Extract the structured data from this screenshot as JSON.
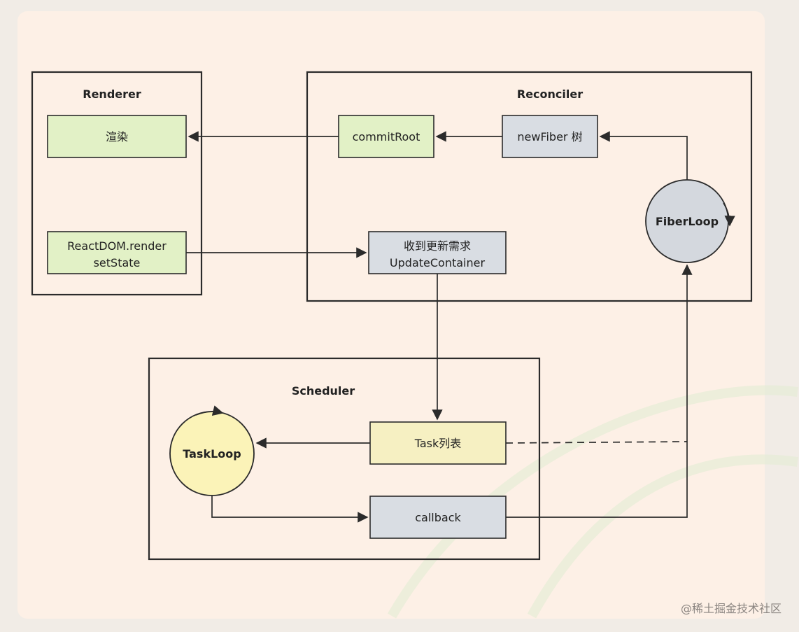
{
  "groups": {
    "renderer": "Renderer",
    "reconciler": "Reconciler",
    "scheduler": "Scheduler"
  },
  "nodes": {
    "render_box": "渲染",
    "react_dom_line1": "ReactDOM.render",
    "react_dom_line2": "setState",
    "commit_root": "commitRoot",
    "new_fiber": "newFiber 树",
    "update_line1": "收到更新需求",
    "update_line2": "UpdateContainer",
    "fiber_loop": "FiberLoop",
    "task_list": "Task列表",
    "task_loop": "TaskLoop",
    "callback": "callback"
  },
  "watermark": "@稀土掘金技术社区",
  "colors": {
    "green": "#e2f1c6",
    "gray": "#d9dde3",
    "yellow": "#f6f0c2",
    "background": "#fdf0e6"
  }
}
